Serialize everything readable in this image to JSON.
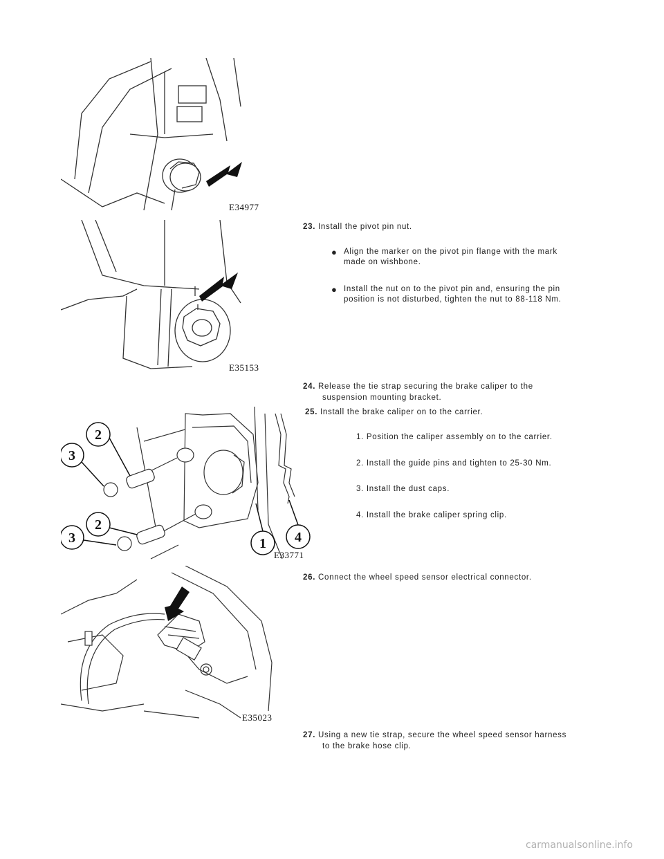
{
  "figures": [
    {
      "code": "E34977"
    },
    {
      "code": "E35153"
    },
    {
      "code": "E33771",
      "callouts": [
        "1",
        "2",
        "2",
        "3",
        "3",
        "4"
      ]
    },
    {
      "code": "E35023"
    }
  ],
  "steps": {
    "s23": {
      "num": "23.",
      "text": "Install the pivot pin nut."
    },
    "s23_b1": {
      "line1": "Align the marker on the pivot pin flange with the mark",
      "line2": "made on wishbone."
    },
    "s23_b2": {
      "line1": "Install the nut on to the pivot pin and, ensuring the pin",
      "line2": "position is not disturbed, tighten the nut to 88-118 Nm."
    },
    "s24": {
      "num": "24.",
      "line1": "Release the tie strap securing the brake caliper to the",
      "line2": "suspension mounting bracket."
    },
    "s25": {
      "num": "25.",
      "text": "Install the brake caliper on to the carrier."
    },
    "s25_subs": [
      "1. Position the caliper assembly on to the carrier.",
      "2. Install the guide pins and tighten to 25-30 Nm.",
      "3. Install the dust caps.",
      "4. Install the brake caliper spring clip."
    ],
    "s26": {
      "num": "26.",
      "text": "Connect the wheel speed sensor electrical connector."
    },
    "s27": {
      "num": "27.",
      "line1": "Using a new tie strap, secure the wheel speed sensor harness",
      "line2": "to the brake hose clip."
    }
  },
  "bullet_glyph": "●",
  "watermark": "carmanualsonline.info"
}
